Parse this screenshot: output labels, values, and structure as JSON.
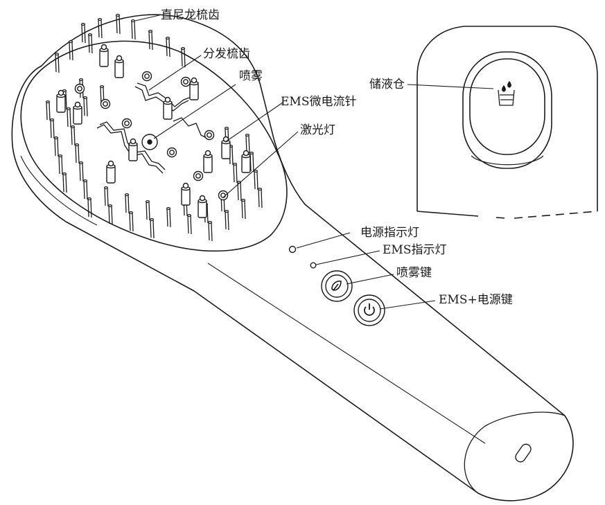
{
  "labels": {
    "straight_nylon_teeth": "直尼龙梳齿",
    "split_teeth": "分发梳齿",
    "spray": "喷雾",
    "ems_microcurrent_needle": "EMS微电流针",
    "laser_light": "激光灯",
    "reservoir": "储液仓",
    "power_indicator": "电源指示灯",
    "ems_indicator": "EMS指示灯",
    "spray_button": "喷雾键",
    "ems_power_button": "EMS+电源键"
  },
  "colors": {
    "line": "#1a1a1a",
    "background": "#ffffff",
    "fill": "#ffffff"
  },
  "icons": {
    "spray_button_icon": "leaf-droplet-icon",
    "power_button_icon": "power-icon",
    "reservoir_icon": "water-drop-container-icon"
  }
}
